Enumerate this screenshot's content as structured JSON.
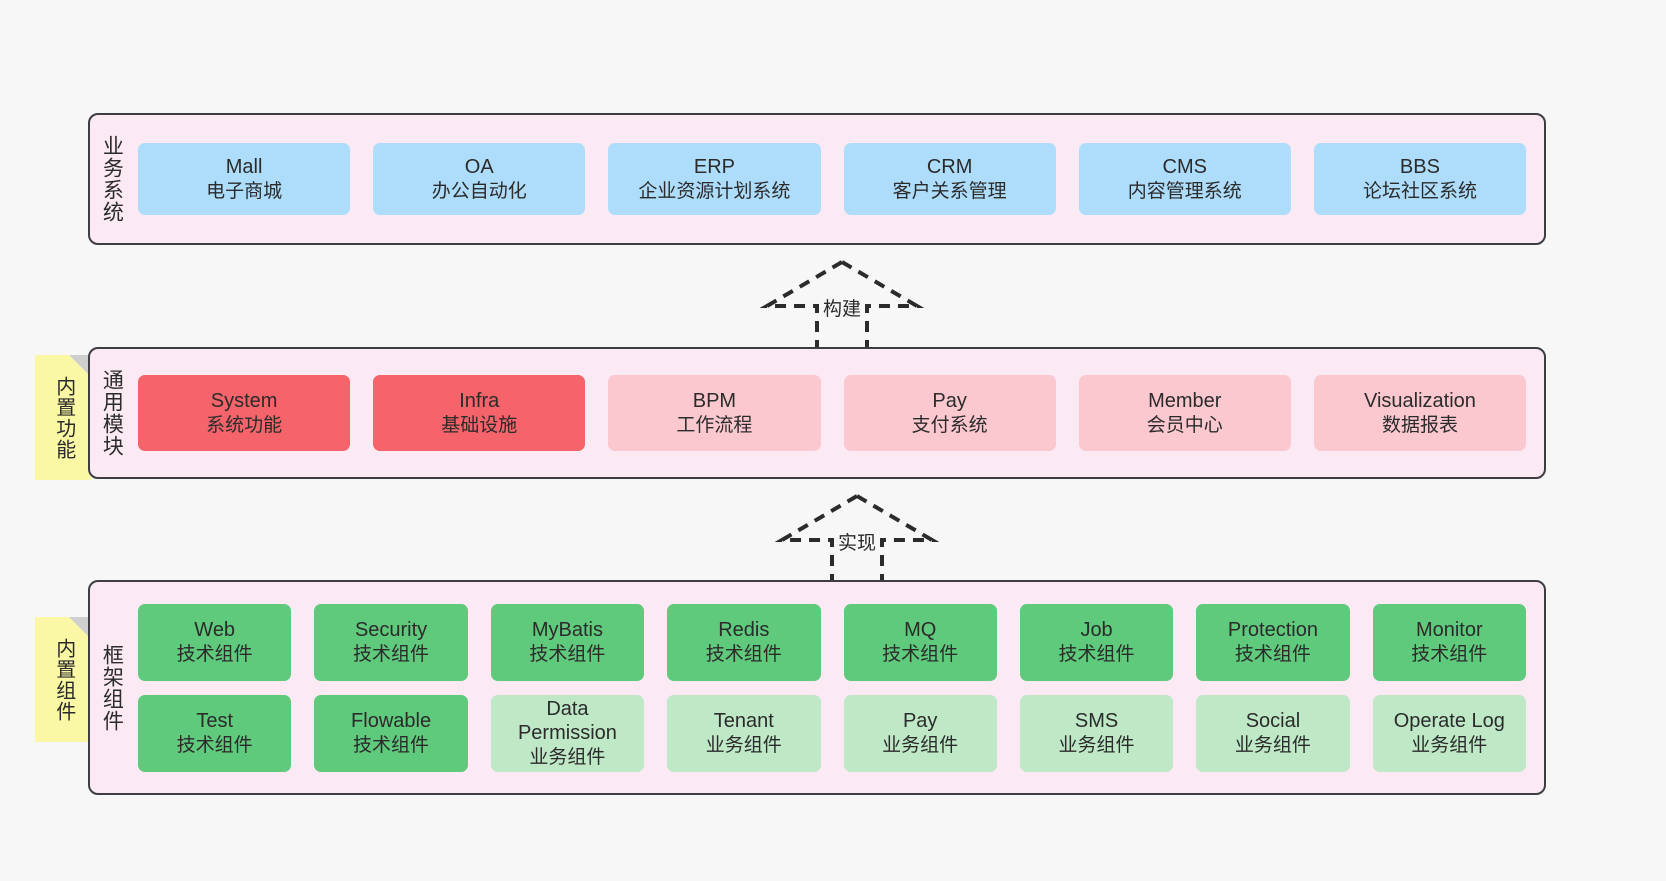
{
  "diagram": {
    "background": "#f7f7f7",
    "panel_fill": "#fbeaf4",
    "panel_stroke": "#3d3d42",
    "note_fill": "#fbf8a5",
    "colors": {
      "business": "#aeddfb",
      "module_core": "#f4646a",
      "module_optional": "#fbc8d0",
      "component_tech": "#5fc97c",
      "component_business": "#bfe8c7"
    }
  },
  "layers": {
    "business": {
      "label": "业务系统",
      "cards": [
        {
          "title": "Mall",
          "subtitle": "电子商城"
        },
        {
          "title": "OA",
          "subtitle": "办公自动化"
        },
        {
          "title": "ERP",
          "subtitle": "企业资源计划系统"
        },
        {
          "title": "CRM",
          "subtitle": "客户关系管理"
        },
        {
          "title": "CMS",
          "subtitle": "内容管理系统"
        },
        {
          "title": "BBS",
          "subtitle": "论坛社区系统"
        }
      ]
    },
    "modules": {
      "label": "通用模块",
      "note": "内置功能",
      "cards": [
        {
          "title": "System",
          "subtitle": "系统功能",
          "style": "core"
        },
        {
          "title": "Infra",
          "subtitle": "基础设施",
          "style": "core"
        },
        {
          "title": "BPM",
          "subtitle": "工作流程",
          "style": "optional"
        },
        {
          "title": "Pay",
          "subtitle": "支付系统",
          "style": "optional"
        },
        {
          "title": "Member",
          "subtitle": "会员中心",
          "style": "optional"
        },
        {
          "title": "Visualization",
          "subtitle": "数据报表",
          "style": "optional"
        }
      ]
    },
    "framework": {
      "label": "框架组件",
      "note": "内置组件",
      "row1": [
        {
          "title": "Web",
          "subtitle": "技术组件"
        },
        {
          "title": "Security",
          "subtitle": "技术组件"
        },
        {
          "title": "MyBatis",
          "subtitle": "技术组件"
        },
        {
          "title": "Redis",
          "subtitle": "技术组件"
        },
        {
          "title": "MQ",
          "subtitle": "技术组件"
        },
        {
          "title": "Job",
          "subtitle": "技术组件"
        },
        {
          "title": "Protection",
          "subtitle": "技术组件"
        },
        {
          "title": "Monitor",
          "subtitle": "技术组件"
        }
      ],
      "row2": [
        {
          "title": "Test",
          "subtitle": "技术组件",
          "style": "tech"
        },
        {
          "title": "Flowable",
          "subtitle": "技术组件",
          "style": "tech"
        },
        {
          "title": "Data",
          "title2": "Permission",
          "subtitle": "业务组件",
          "style": "business"
        },
        {
          "title": "Tenant",
          "subtitle": "业务组件",
          "style": "business"
        },
        {
          "title": "Pay",
          "subtitle": "业务组件",
          "style": "business"
        },
        {
          "title": "SMS",
          "subtitle": "业务组件",
          "style": "business"
        },
        {
          "title": "Social",
          "subtitle": "业务组件",
          "style": "business"
        },
        {
          "title": "Operate Log",
          "subtitle": "业务组件",
          "style": "business"
        }
      ]
    }
  },
  "arrows": {
    "build": {
      "label": "构建",
      "style": "dashed-hollow-up"
    },
    "implement": {
      "label": "实现",
      "style": "dashed-hollow-up"
    }
  }
}
